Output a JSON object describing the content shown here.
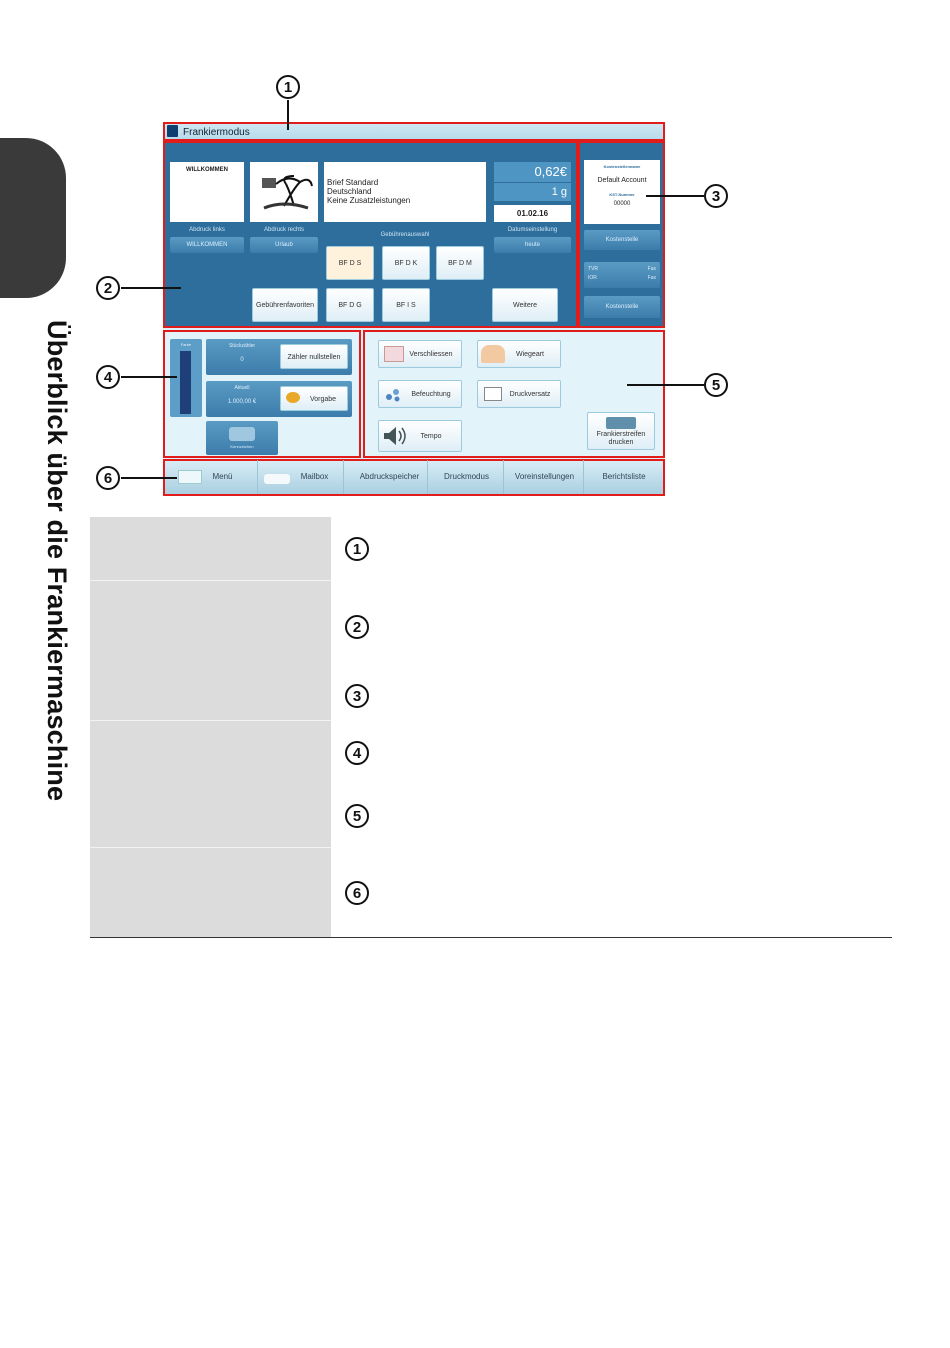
{
  "page": {
    "vertical_title": "Überblick über die Frankiermaschine"
  },
  "screen": {
    "title": "Frankiermodus",
    "panel2": {
      "card_willkommen": "WILLKOMMEN",
      "logo_text": "",
      "letter_lines": [
        "Brief Standard",
        "Deutschland",
        "Keine Zusatzleistungen"
      ],
      "price": "0,62€",
      "weight": "1 g",
      "date": "01.02.16",
      "label_left": "Abdruck links",
      "value_left": "WILLKOMMEN",
      "label_right": "Abdruck rechts",
      "value_right": "Urlaub",
      "label_gebuehr": "Gebührenauswahl",
      "label_datum": "Datumseinstellung",
      "value_datum": "heute",
      "fee_buttons": [
        "BF D S",
        "BF D K",
        "BF D M",
        "BF D G",
        "BF I S"
      ],
      "favorites": "Gebührenfavoriten",
      "more": "Weitere"
    },
    "panel3": {
      "label_kosten": "Kostenstellenname",
      "account": "Default Account",
      "label_kst": "KST-Nummer",
      "kst_number": "00000",
      "btn1": "Kostenstelle",
      "info_l1": "TVR",
      "info_r1": "Fax",
      "info_l2": "IOR",
      "info_r2": "Fax",
      "btn2": "Kostenstelle"
    },
    "panel4": {
      "ink_label": "Farbe",
      "counter_label": "Stückzähler",
      "counter_value": "0",
      "counter_btn": "Zähler nullstellen",
      "current_label": "Aktuell",
      "current_value": "1.000,00 €",
      "credit_btn": "Vorgabe",
      "service_label": "Kennzeichen"
    },
    "panel5": {
      "buttons": [
        "Verschliessen",
        "Wiegeart",
        "Befeuchtung",
        "Druckversatz",
        "Tempo"
      ],
      "strip_line1": "Frankierstreifen",
      "strip_line2": "drucken"
    },
    "nav": [
      "Menü",
      "Mailbox",
      "Abdruckspeicher",
      "Druckmodus",
      "Voreinstellungen",
      "Berichtsliste"
    ]
  },
  "callouts": [
    "1",
    "2",
    "3",
    "4",
    "5",
    "6"
  ],
  "table_callouts": [
    "1",
    "2",
    "3",
    "4",
    "5",
    "6"
  ]
}
